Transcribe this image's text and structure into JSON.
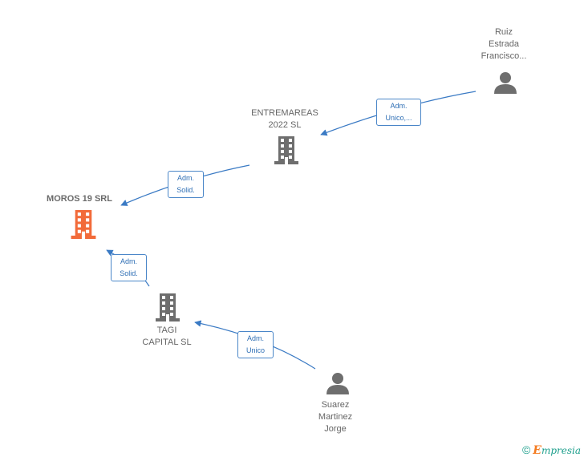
{
  "nodes": {
    "ruiz": {
      "label": "Ruiz\nEstrada\nFrancisco...",
      "kind": "person"
    },
    "entremareas": {
      "label": "ENTREMAREAS\n2022  SL",
      "kind": "company"
    },
    "moros": {
      "label": "MOROS 19 SRL",
      "kind": "company-main"
    },
    "tagi": {
      "label": "TAGI\nCAPITAL  SL",
      "kind": "company"
    },
    "suarez": {
      "label": "Suarez\nMartinez\nJorge",
      "kind": "person"
    }
  },
  "edges": {
    "ruiz_entremareas": "Adm.\nUnico,...",
    "entremareas_moros": "Adm.\nSolid.",
    "tagi_moros": "Adm.\nSolid.",
    "suarez_tagi": "Adm.\nUnico"
  },
  "colors": {
    "edge": "#3a7ac4",
    "icon_gray": "#6e6e6e",
    "icon_main": "#f26b3a"
  },
  "footer": {
    "copyright": "©",
    "brand_e": "E",
    "brand_rest": "mpresia"
  }
}
